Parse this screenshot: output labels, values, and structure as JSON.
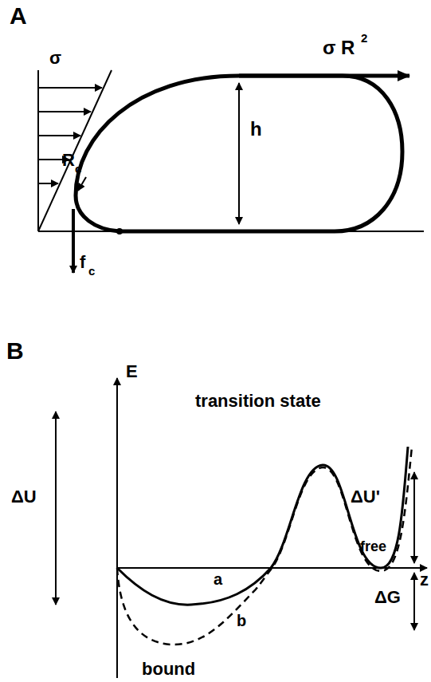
{
  "diagram": {
    "labels": [
      "A",
      "σ",
      "σ R",
      "2",
      "h",
      "R",
      "c",
      "f",
      "c",
      "B",
      "E",
      "transition state",
      "ΔU",
      "ΔU'",
      "z",
      "a",
      "b",
      "free",
      "bound",
      "ΔG"
    ]
  }
}
